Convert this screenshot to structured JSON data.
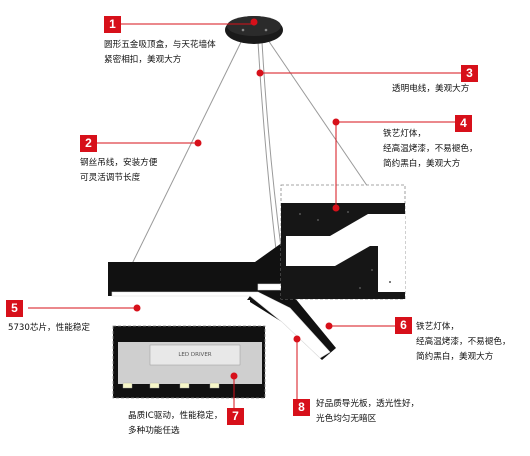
{
  "colors": {
    "accent": "#d7101a",
    "fixture": "#111111",
    "diffuser": "#ffffff",
    "wire": "#9a9a9a"
  },
  "callouts": [
    {
      "number": "1",
      "lines": [
        "圆形五金吸顶盒，与天花墙体",
        "紧密相扣，美观大方"
      ]
    },
    {
      "number": "2",
      "lines": [
        "钢丝吊线，安装方便",
        "可灵活调节长度"
      ]
    },
    {
      "number": "3",
      "lines": [
        "透明电线，美观大方"
      ]
    },
    {
      "number": "4",
      "lines": [
        "铁艺灯体，",
        "经高温烤漆，不易褪色，",
        "简约黑白，美观大方"
      ]
    },
    {
      "number": "5",
      "lines": [
        "5730芯片，性能稳定"
      ]
    },
    {
      "number": "6",
      "lines": [
        "铁艺灯体，",
        "经高温烤漆，不易褪色，",
        "简约黑白，美观大方"
      ]
    },
    {
      "number": "7",
      "lines": [
        "晶质IC驱动，性能稳定，",
        "多种功能任选"
      ]
    },
    {
      "number": "8",
      "lines": [
        "好品质导光板，透光性好，",
        "光色均匀无暗区"
      ]
    }
  ],
  "driver_label": "LED DRIVER"
}
